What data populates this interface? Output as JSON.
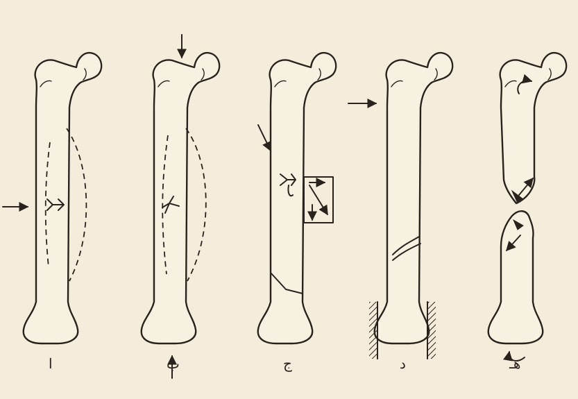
{
  "panels": [
    {
      "label": "ا",
      "loading": "bending"
    },
    {
      "label": "ب",
      "loading": "axial-compression-bending"
    },
    {
      "label": "ج",
      "loading": "oblique-shear"
    },
    {
      "label": "د",
      "loading": "fixed-end-shear"
    },
    {
      "label": "هـ",
      "loading": "torsion"
    }
  ],
  "colors": {
    "ink": "#2a231d",
    "paper": "#f4eddc",
    "bone": "#f7f1e2"
  },
  "icons": [
    "arrow-icon",
    "curved-arrow-icon",
    "hatched-wall-icon"
  ]
}
